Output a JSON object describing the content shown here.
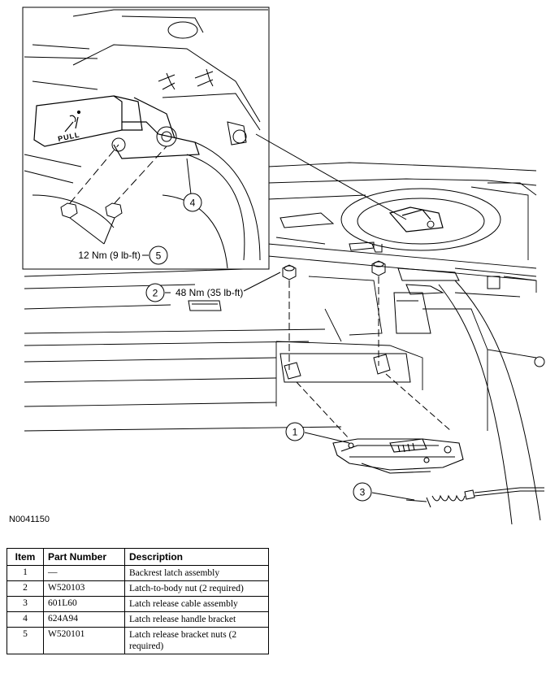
{
  "figure_id": "N0041150",
  "callouts": [
    {
      "num": "1"
    },
    {
      "num": "2",
      "torque": "48 Nm (35 lb-ft)"
    },
    {
      "num": "3"
    },
    {
      "num": "4"
    },
    {
      "num": "5",
      "torque": "12 Nm (9 lb-ft)"
    }
  ],
  "handle_label": "PULL",
  "table": {
    "headers": [
      "Item",
      "Part Number",
      "Description"
    ],
    "rows": [
      {
        "item": "1",
        "part": "—",
        "desc": "Backrest latch assembly"
      },
      {
        "item": "2",
        "part": "W520103",
        "desc": "Latch-to-body nut (2 required)"
      },
      {
        "item": "3",
        "part": "601L60",
        "desc": "Latch release cable assembly"
      },
      {
        "item": "4",
        "part": "624A94",
        "desc": "Latch release handle bracket"
      },
      {
        "item": "5",
        "part": "W520101",
        "desc": "Latch release bracket nuts (2 required)"
      }
    ]
  }
}
